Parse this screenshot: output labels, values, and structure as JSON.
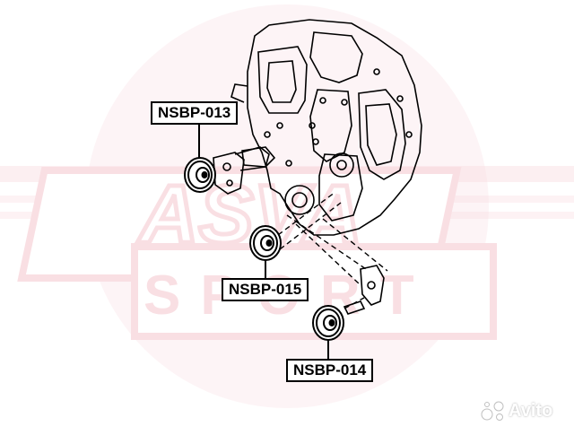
{
  "diagram": {
    "parts": [
      {
        "id": "013",
        "label": "NSBP-013"
      },
      {
        "id": "015",
        "label": "NSBP-015"
      },
      {
        "id": "014",
        "label": "NSBP-014"
      }
    ],
    "watermark": {
      "logo_letters": "ASVA",
      "logo_sub_letters": "SPORT",
      "color": "#e46e80"
    },
    "corner_watermark": {
      "text": "Avito",
      "icon": "avito-dots-icon"
    }
  }
}
